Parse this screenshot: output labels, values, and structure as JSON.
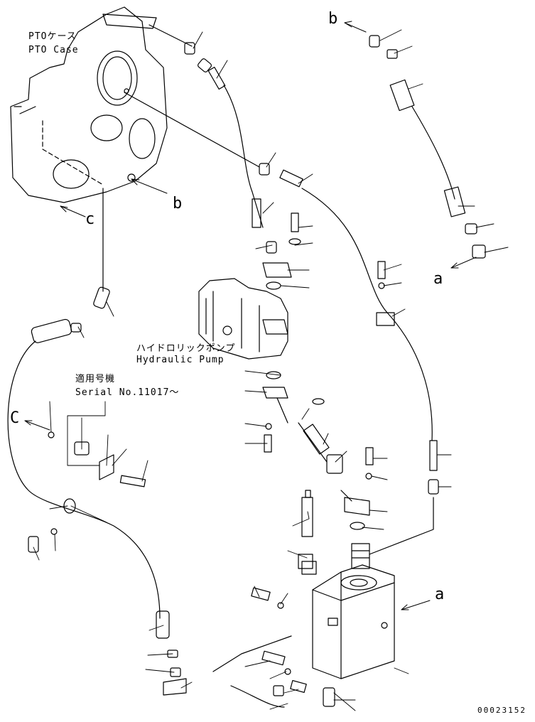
{
  "labels": {
    "pto_case_jp": "PTOケース",
    "pto_case_en": "PTO Case",
    "hyd_pump_jp": "ハイドロリックポンプ",
    "hyd_pump_en": "Hydraulic Pump",
    "serial_jp": "適用号機",
    "serial_en": "Serial No.11017～"
  },
  "connection_letters": {
    "b_top": "b",
    "b_case": "b",
    "c_case": "c",
    "c_left": "C",
    "a_right": "a",
    "a_tank": "a"
  },
  "drawing_number": "00023152"
}
